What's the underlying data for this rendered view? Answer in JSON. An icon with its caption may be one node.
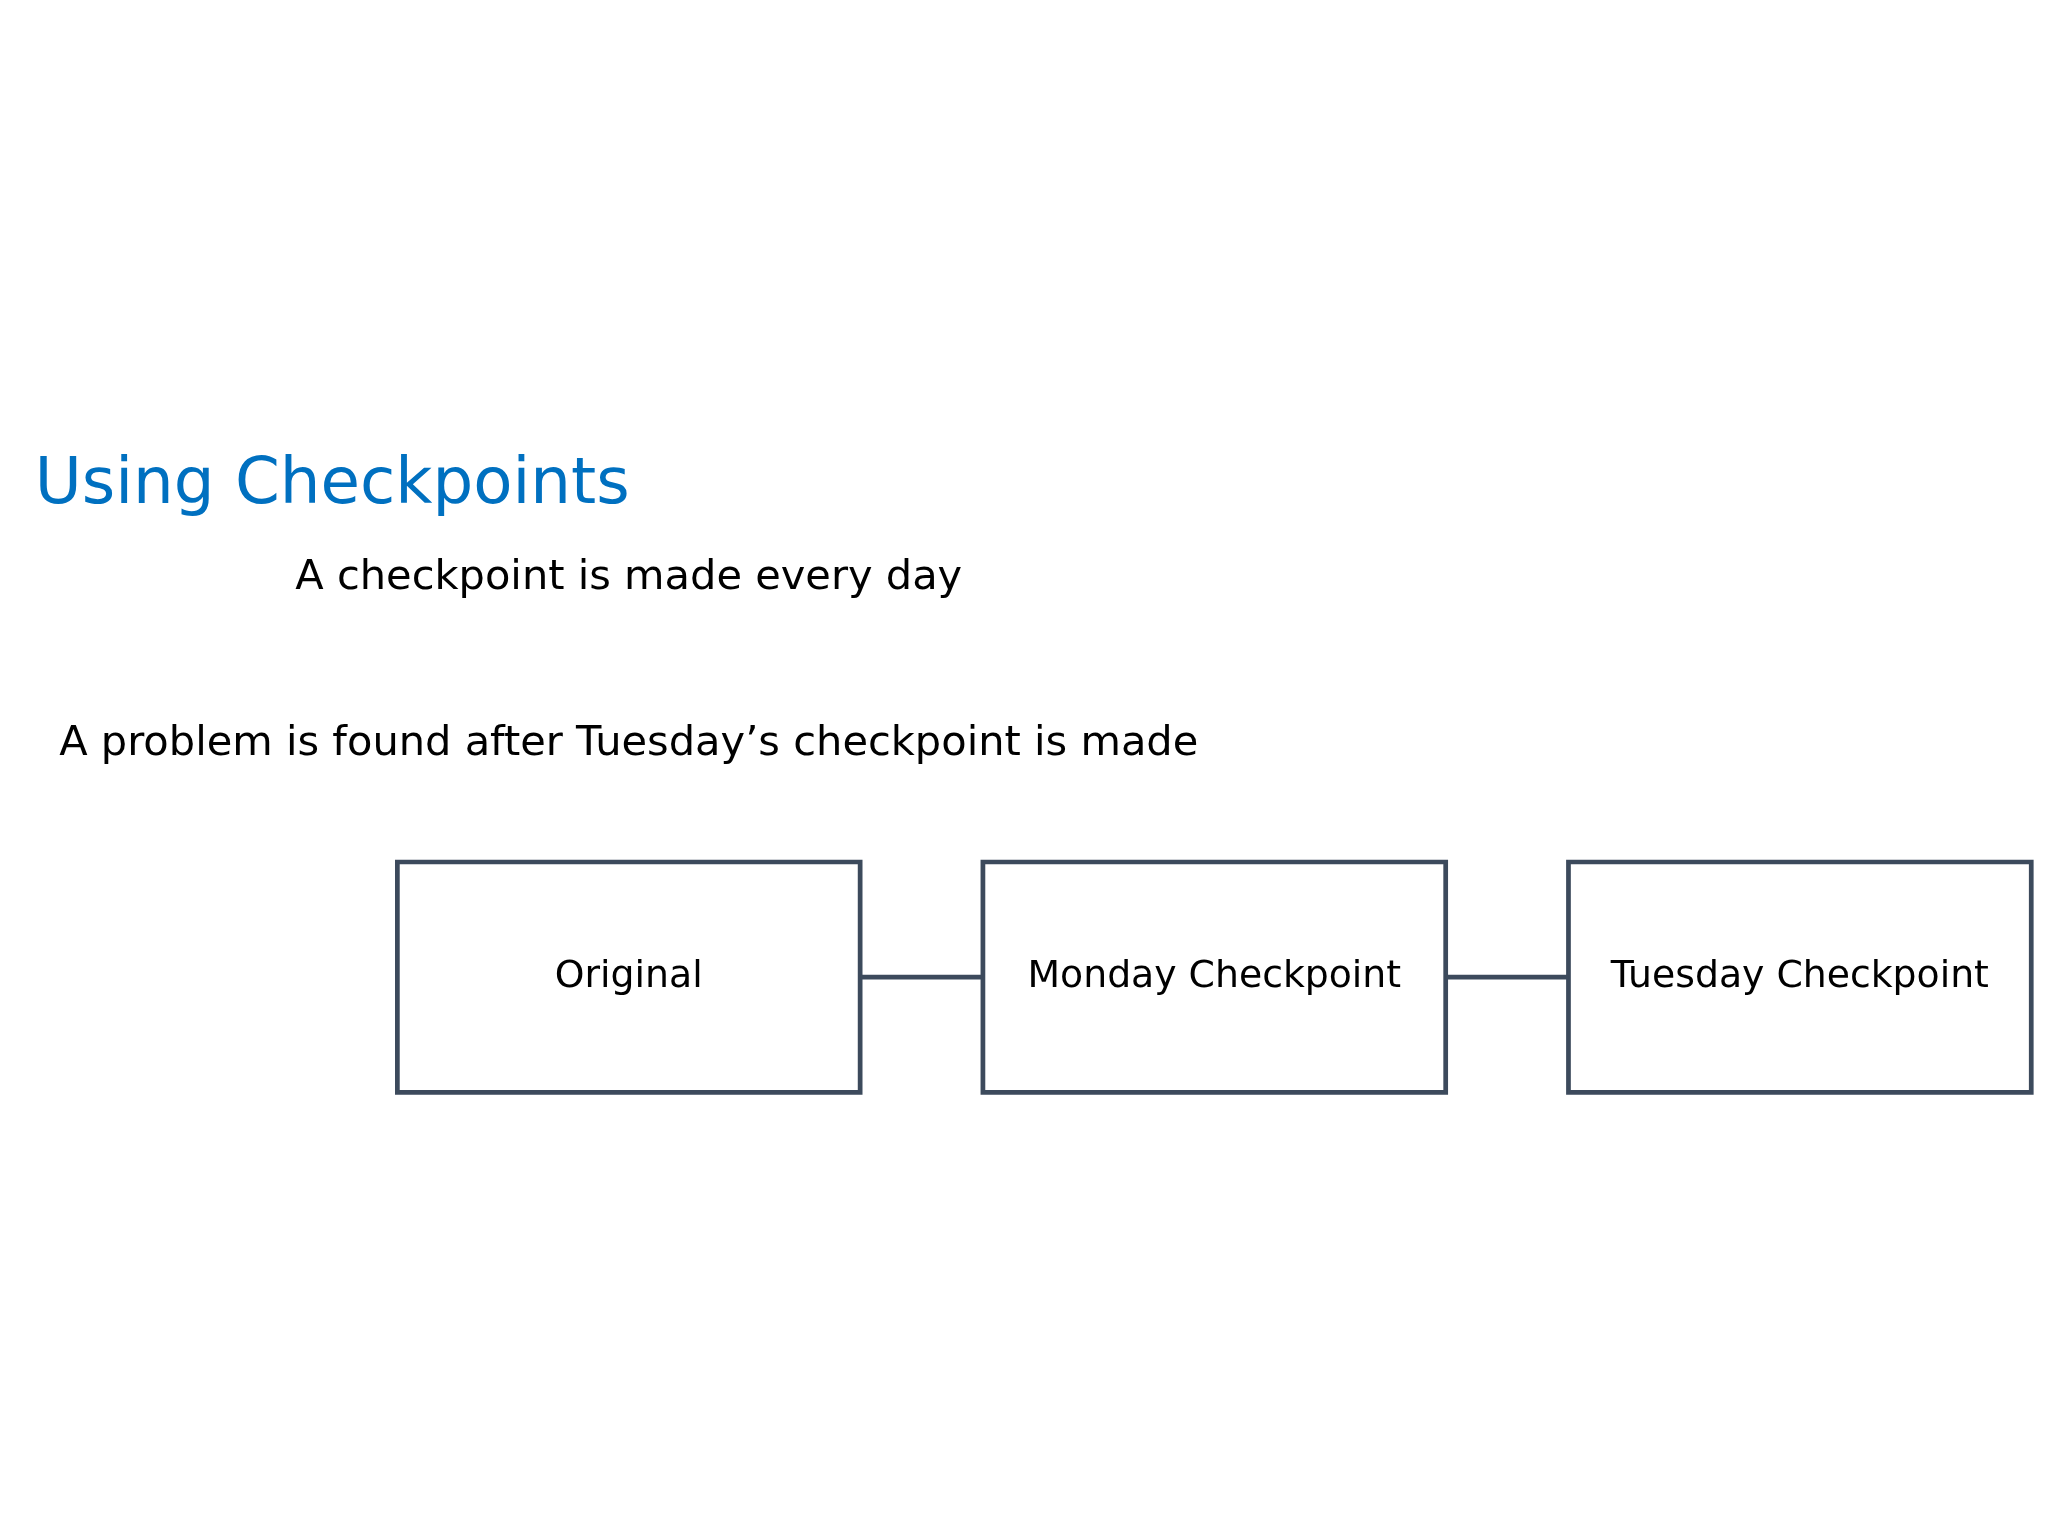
{
  "diagram": {
    "title": "Using Checkpoints",
    "nodes": [
      {
        "text": [
          "Original"
        ]
      },
      {
        "text": [
          "Monday Checkpoint"
        ]
      },
      {
        "text": [
          "Tuesday Checkpoint"
        ]
      }
    ],
    "edges": [
      {
        "from": 0,
        "to": 1,
        "arrow": "none"
      },
      {
        "from": 1,
        "to": 2,
        "arrow": "none"
      }
    ],
    "labels": [
      "A checkpoint is made every day",
      "A problem is found after Tuesday’s checkpoint is made"
    ]
  }
}
